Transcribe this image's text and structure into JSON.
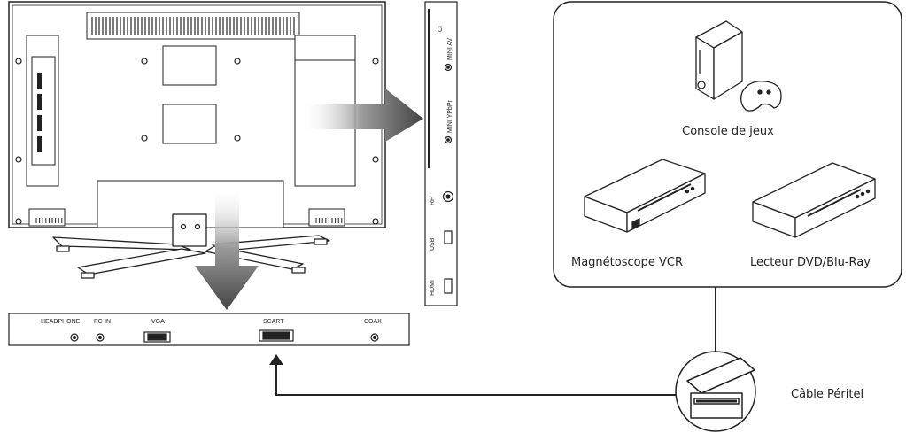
{
  "tv_ports_bottom": {
    "headphone": "HEADPHONE",
    "pc_in": "PC-IN",
    "vga": "VGA",
    "scart": "SCART",
    "coax": "COAX"
  },
  "tv_ports_side": {
    "ci": "CI",
    "mini_av": "MINI AV",
    "mini_ypbpr": "MINI YPbPr",
    "rf": "RF",
    "usb": "USB",
    "hdmi": "HDMI"
  },
  "devices": {
    "console": "Console de jeux",
    "vcr": "Magnétoscope VCR",
    "dvd": "Lecteur DVD/Blu-Ray"
  },
  "cable": {
    "label": "Câble Péritel"
  }
}
